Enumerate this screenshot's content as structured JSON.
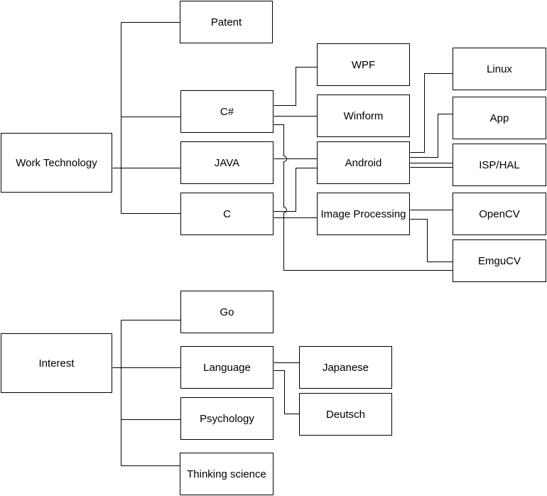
{
  "nodes": {
    "work_technology": "Work Technology",
    "patent": "Patent",
    "csharp": "C#",
    "java": "JAVA",
    "c": "C",
    "wpf": "WPF",
    "winform": "Winform",
    "android": "Android",
    "image_processing": "Image Processing",
    "linux": "Linux",
    "app": "App",
    "isp_hal": "ISP/HAL",
    "opencv": "OpenCV",
    "emgucv": "EmguCV",
    "interest": "Interest",
    "go": "Go",
    "language": "Language",
    "psychology": "Psychology",
    "thinking_science": "Thinking science",
    "japanese": "Japanese",
    "deutsch": "Deutsch"
  }
}
